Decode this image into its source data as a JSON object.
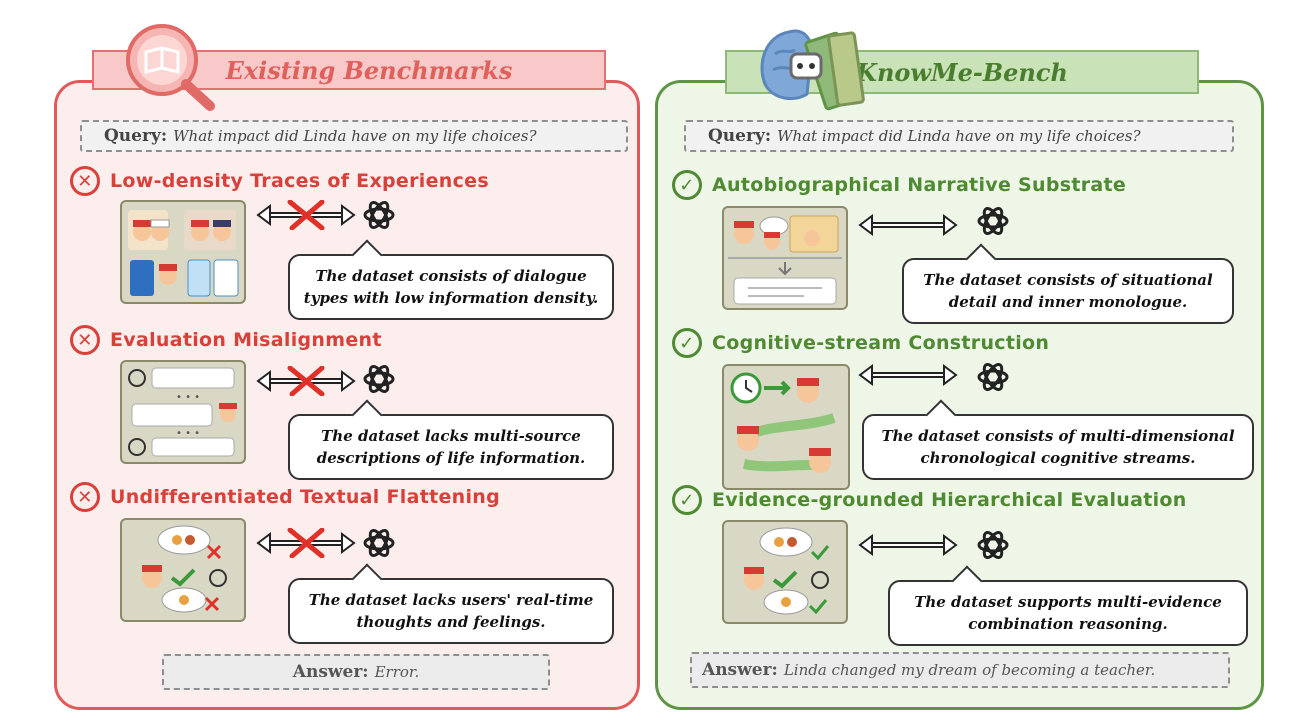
{
  "left": {
    "title": "Existing Benchmarks",
    "query_label": "Query:",
    "query_text": "What impact did Linda have on my life choices?",
    "items": [
      {
        "heading": "Low-density Traces of Experiences",
        "line1": "The dataset consists of dialogue",
        "line2": "types with low information density."
      },
      {
        "heading": "Evaluation Misalignment",
        "line1": "The dataset lacks multi-source",
        "line2": "descriptions of life information."
      },
      {
        "heading": "Undifferentiated Textual Flattening",
        "line1": "The dataset lacks users' real-time",
        "line2": "thoughts and feelings."
      }
    ],
    "answer_label": "Answer:",
    "answer_text": "Error."
  },
  "right": {
    "title": "KnowMe-Bench",
    "query_label": "Query:",
    "query_text": "What impact did Linda have on my life choices?",
    "items": [
      {
        "heading": "Autobiographical Narrative Substrate",
        "line1": "The dataset consists of situational",
        "line2": "detail and inner monologue."
      },
      {
        "heading": "Cognitive-stream Construction",
        "line1": "The dataset consists of multi-dimensional",
        "line2": "chronological cognitive streams."
      },
      {
        "heading": "Evidence-grounded Hierarchical Evaluation",
        "line1": "The dataset supports multi-evidence",
        "line2": "combination reasoning."
      }
    ],
    "answer_label": "Answer:",
    "answer_text": "Linda changed my dream of becoming a teacher."
  },
  "colors": {
    "red_accent": "#d9403a",
    "green_accent": "#4f8a32",
    "left_bg": "#fdeeee",
    "right_bg": "#eef6e8"
  },
  "icons": {
    "fail": "x-circle-icon",
    "pass": "check-circle-icon",
    "model": "openai-logo-icon",
    "left_badge": "book-magnifier-icon",
    "right_badge": "brain-robot-film-icon"
  }
}
